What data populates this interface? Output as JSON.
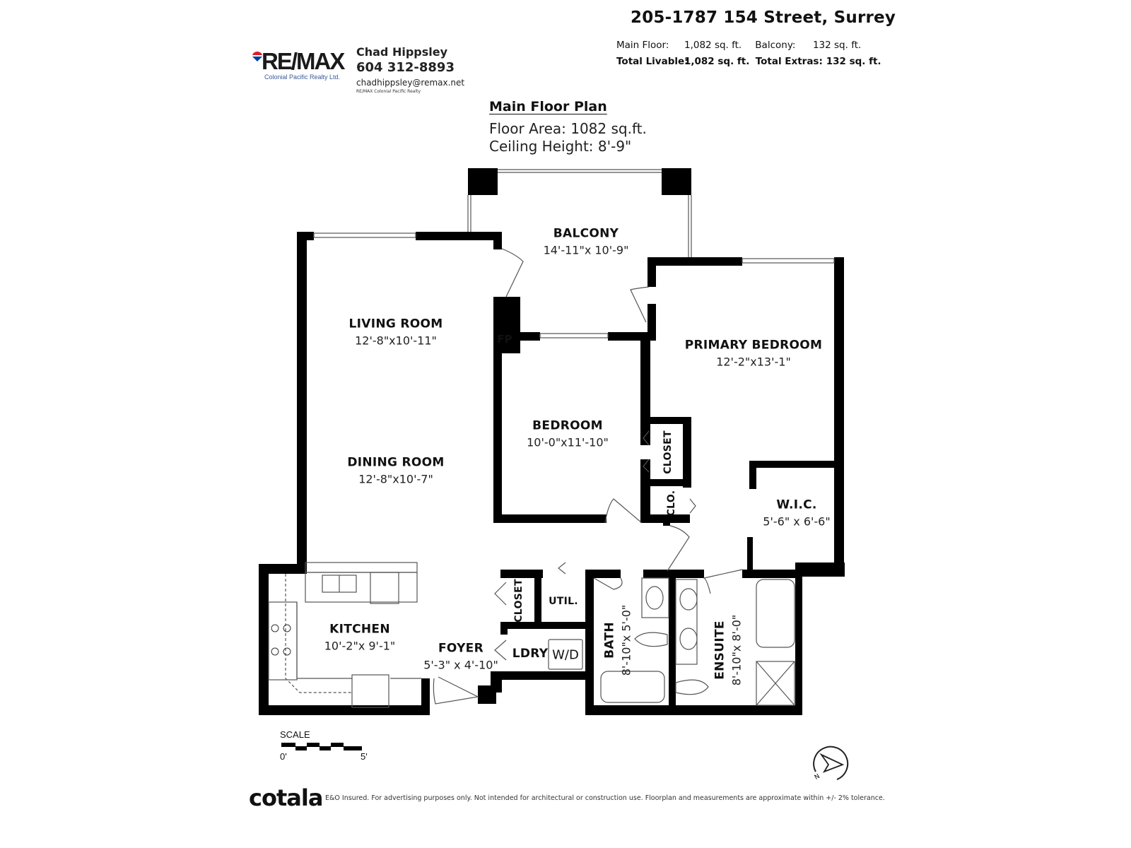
{
  "header": {
    "address": "205-1787 154 Street, Surrey",
    "areas": {
      "main_floor_label": "Main Floor:",
      "main_floor_value": "1,082 sq. ft.",
      "balcony_label": "Balcony:",
      "balcony_value": "132 sq. ft.",
      "total_livable_label": "Total Livable:",
      "total_livable_value": "1,082 sq. ft.",
      "total_extras_label": "Total Extras:",
      "total_extras_value": "132 sq. ft."
    }
  },
  "branding": {
    "logo_text": "RE/MAX",
    "logo_subtitle": "Colonial Pacific Realty Ltd.",
    "colors": {
      "red": "#dc1c2e",
      "blue": "#003da5",
      "text": "#1a1a1a"
    }
  },
  "agent": {
    "name": "Chad Hippsley",
    "phone": "604 312-8893",
    "email": "chadhippsley@remax.net",
    "brokerage": "RE/MAX Colonial Pacific Realty"
  },
  "plan": {
    "title": "Main Floor Plan",
    "floor_area": "Floor Area: 1082 sq.ft.",
    "ceiling_height": "Ceiling Height: 8'-9\""
  },
  "rooms": [
    {
      "id": "balcony",
      "name": "BALCONY",
      "dims": "14'-11\"x 10'-9\""
    },
    {
      "id": "living",
      "name": "LIVING ROOM",
      "dims": "12'-8\"x10'-11\""
    },
    {
      "id": "dining",
      "name": "DINING ROOM",
      "dims": "12'-8\"x10'-7\""
    },
    {
      "id": "primary",
      "name": "PRIMARY BEDROOM",
      "dims": "12'-2\"x13'-1\""
    },
    {
      "id": "bedroom",
      "name": "BEDROOM",
      "dims": "10'-0\"x11'-10\""
    },
    {
      "id": "wic",
      "name": "W.I.C.",
      "dims": "5'-6\" x 6'-6\""
    },
    {
      "id": "kitchen",
      "name": "KITCHEN",
      "dims": "10'-2\"x 9'-1\""
    },
    {
      "id": "foyer",
      "name": "FOYER",
      "dims": "5'-3\" x 4'-10\""
    },
    {
      "id": "bath",
      "name": "BATH",
      "dims": "8'-10\"x 5'-0\""
    },
    {
      "id": "ensuite",
      "name": "ENSUITE",
      "dims": "8'-10\"x 8'-0\""
    }
  ],
  "labels": {
    "fireplace": "FP",
    "closet_bedroom": "CLOSET",
    "closet_small": "CLO.",
    "closet_foyer": "CLOSET",
    "utility": "UTIL.",
    "laundry": "LDRY",
    "washer_dryer": "W/D"
  },
  "scale": {
    "label": "SCALE",
    "start": "0'",
    "end": "5'"
  },
  "compass": {
    "north_label": "N"
  },
  "footer": {
    "brand": "cotala",
    "disclaimer": "E&O Insured. For advertising purposes only. Not intended for architectural or construction use. Floorplan and measurements are approximate within +/- 2% tolerance."
  }
}
